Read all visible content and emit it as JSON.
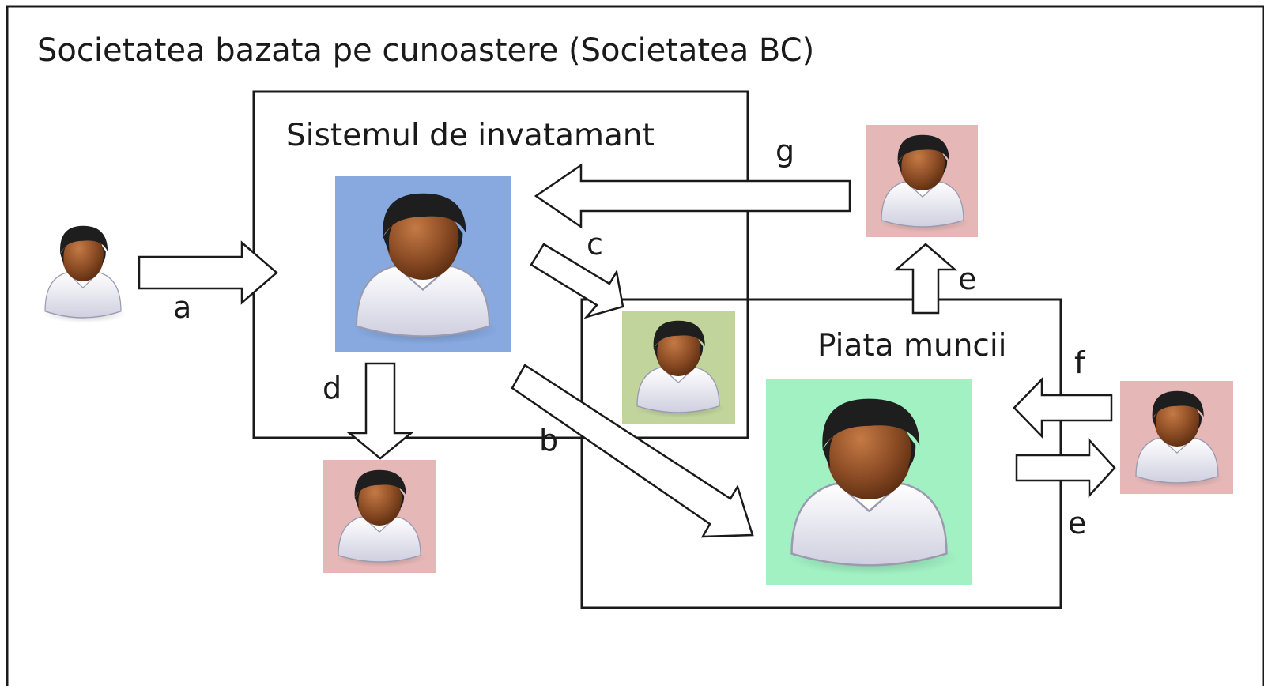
{
  "title": "Societatea bazata pe cunoastere (Societatea BC)",
  "education_system": {
    "label": "Sistemul de invatamant"
  },
  "labor_market": {
    "label": "Piata muncii"
  },
  "arrow_labels": {
    "a": "a",
    "b": "b",
    "c": "c",
    "d": "d",
    "e_top": "e",
    "e_right": "e",
    "f": "f",
    "g": "g"
  },
  "colors": {
    "blue_bg": "#87a9e0",
    "pink_bg": "#e6b7b7",
    "olive_bg": "#c0d49b",
    "mint_bg": "#a1f1c3",
    "skin": "#8a4b24",
    "hair": "#1e1e1e"
  },
  "icons": [
    "person-icon"
  ]
}
